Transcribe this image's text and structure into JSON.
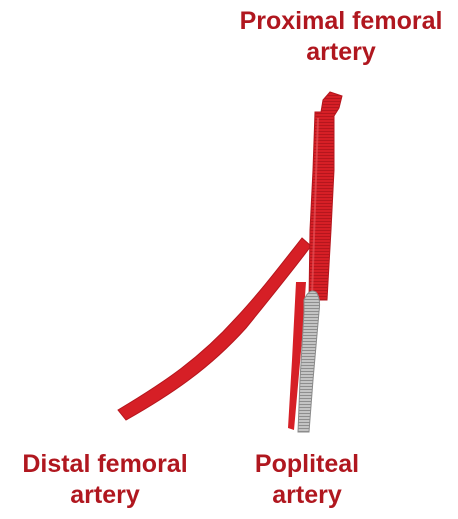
{
  "labels": {
    "proximal_femoral": [
      "Proximal femoral",
      "artery"
    ],
    "distal_femoral": [
      "Distal femoral",
      "artery"
    ],
    "popliteal": [
      "Popliteal",
      "artery"
    ]
  },
  "colors": {
    "artery_red": "#d61f26",
    "artery_dark": "#a9141a",
    "label_red": "#b0171f",
    "gray_stent": "#b9b9b9",
    "gray_stent_line": "#8a8a8a"
  }
}
